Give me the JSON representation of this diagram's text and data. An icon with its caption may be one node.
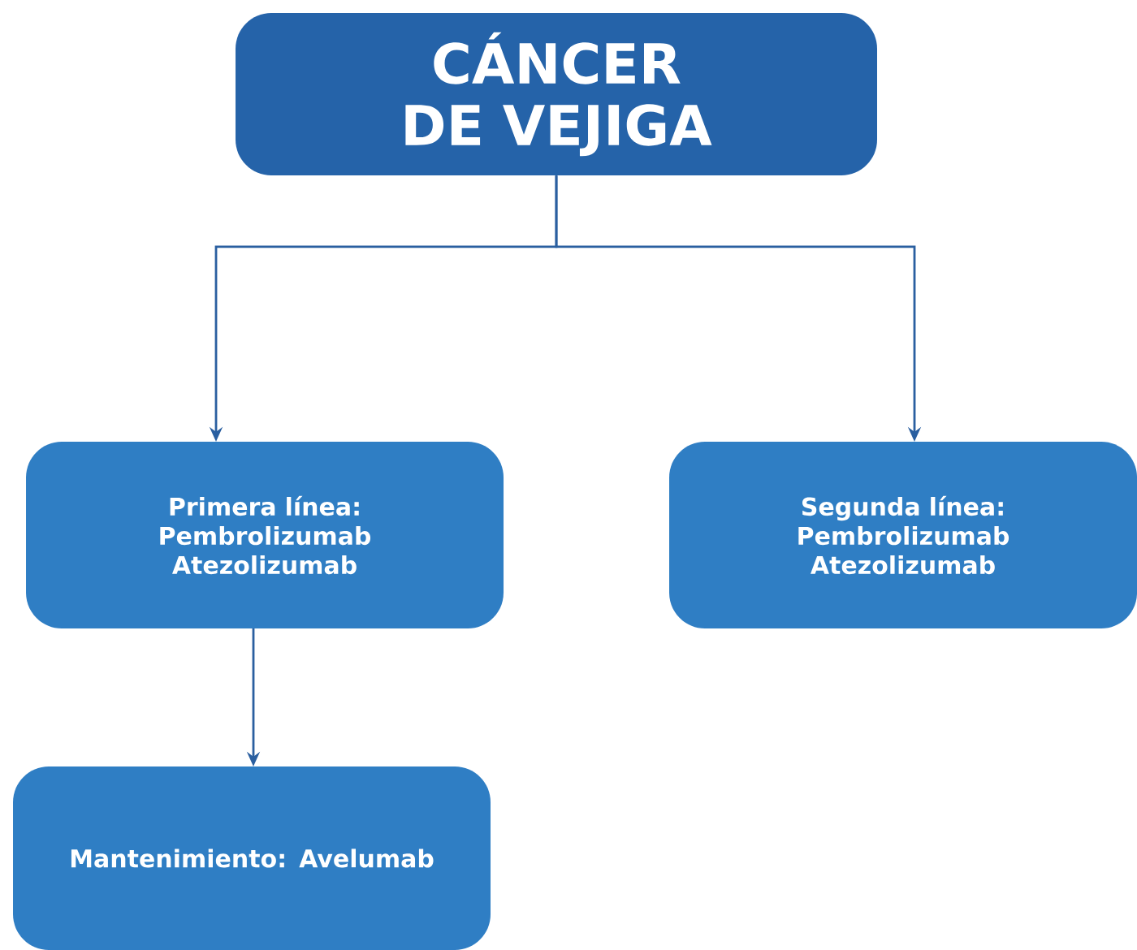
{
  "diagram": {
    "nodes": [
      {
        "text": [
          "CÁNCER DE VEJIGA"
        ]
      },
      {
        "text": [
          "Primera línea: Pembrolizumab Atezolizumab"
        ]
      },
      {
        "text": [
          "Segunda línea: Pembrolizumab Atezolizumab"
        ]
      },
      {
        "text": [
          "Mantenimiento: Avelumab"
        ]
      }
    ],
    "edges": [
      {
        "from": 0,
        "to": 1,
        "arrow": "to"
      },
      {
        "from": 0,
        "to": 2,
        "arrow": "to"
      },
      {
        "from": 1,
        "to": 3,
        "arrow": "to"
      }
    ]
  }
}
